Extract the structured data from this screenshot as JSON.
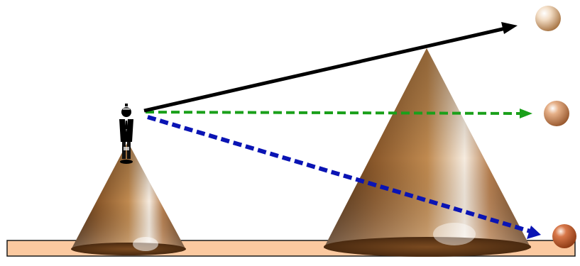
{
  "scene": {
    "ground": {
      "color": "#fbc9a0",
      "outline": "#1a1a1a"
    },
    "cones": [
      {
        "name": "small-cone",
        "color": "#8a5a2e"
      },
      {
        "name": "large-cone",
        "color": "#8a5a2e"
      }
    ],
    "observer": {
      "icon": "person-silhouette-icon",
      "color": "#000000"
    },
    "sight_lines": [
      {
        "name": "upper-sight-line",
        "style": "solid",
        "color": "#000000"
      },
      {
        "name": "level-sight-line",
        "style": "dashed",
        "color": "#1aa01a"
      },
      {
        "name": "lower-sight-line",
        "style": "dashed",
        "color": "#0a14b4"
      }
    ],
    "spheres": [
      {
        "name": "top-sphere",
        "color": "#e8c8a8"
      },
      {
        "name": "middle-sphere",
        "color": "#d89a6a"
      },
      {
        "name": "bottom-sphere",
        "color": "#c8683a"
      }
    ]
  }
}
